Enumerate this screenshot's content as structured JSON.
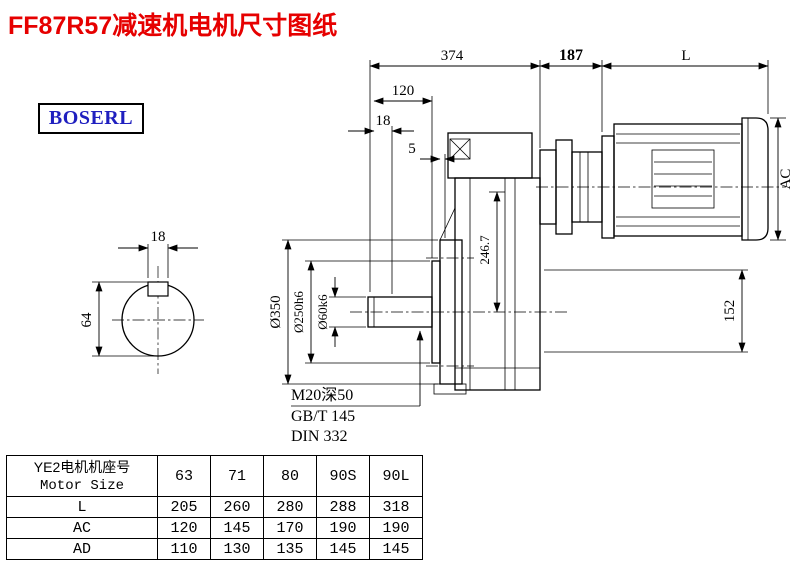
{
  "page": {
    "title": "FF87R57减速机电机尺寸图纸",
    "logo_text": "BOSERL"
  },
  "colors": {
    "title_red": "#e60000",
    "logo_blue": "#1f1fbf",
    "line": "#000000"
  },
  "drawing": {
    "dims": {
      "overall": "374",
      "motor_adapter": "187",
      "motor_length": "L",
      "shaft_proj": "120",
      "key_len": "18",
      "gap": "5",
      "motor_dia": "AC",
      "key_width": "18",
      "shaft_height": "64",
      "flange_dia": "Ø350",
      "pilot_dia": "Ø250h6",
      "shaft_dia": "Ø60k6",
      "center_height": "246.7",
      "base_height": "152",
      "tap_hole": "M20深50",
      "std_gbt": "GB/T 145",
      "std_din": "DIN 332"
    }
  },
  "table": {
    "header": {
      "cn": "YE2电机机座号",
      "en": "Motor Size"
    },
    "columns": [
      "63",
      "71",
      "80",
      "90S",
      "90L"
    ],
    "rows": [
      {
        "label": "L",
        "values": [
          "205",
          "260",
          "280",
          "288",
          "318"
        ]
      },
      {
        "label": "AC",
        "values": [
          "120",
          "145",
          "170",
          "190",
          "190"
        ]
      },
      {
        "label": "AD",
        "values": [
          "110",
          "130",
          "135",
          "145",
          "145"
        ]
      }
    ]
  }
}
